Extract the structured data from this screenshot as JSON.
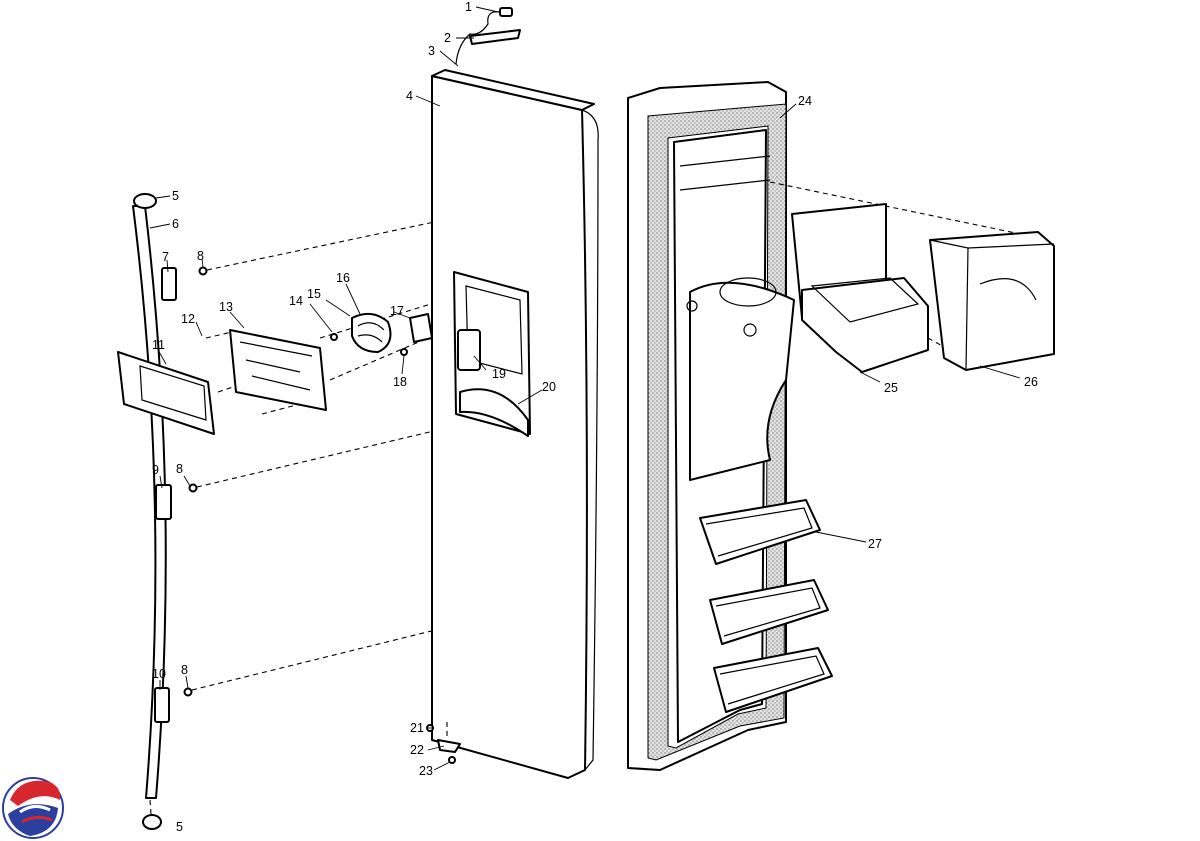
{
  "diagram": {
    "callouts": [
      {
        "id": "c1",
        "text": "1"
      },
      {
        "id": "c2",
        "text": "2"
      },
      {
        "id": "c3",
        "text": "3"
      },
      {
        "id": "c4",
        "text": "4"
      },
      {
        "id": "c5a",
        "text": "5"
      },
      {
        "id": "c5b",
        "text": "5"
      },
      {
        "id": "c6",
        "text": "6"
      },
      {
        "id": "c7",
        "text": "7"
      },
      {
        "id": "c8a",
        "text": "8"
      },
      {
        "id": "c8b",
        "text": "8"
      },
      {
        "id": "c8c",
        "text": "8"
      },
      {
        "id": "c9",
        "text": "9"
      },
      {
        "id": "c10",
        "text": "10"
      },
      {
        "id": "c11",
        "text": "11"
      },
      {
        "id": "c12",
        "text": "12"
      },
      {
        "id": "c13",
        "text": "13"
      },
      {
        "id": "c14",
        "text": "14"
      },
      {
        "id": "c15",
        "text": "15"
      },
      {
        "id": "c16",
        "text": "16"
      },
      {
        "id": "c17",
        "text": "17"
      },
      {
        "id": "c18",
        "text": "18"
      },
      {
        "id": "c19",
        "text": "19"
      },
      {
        "id": "c20",
        "text": "20"
      },
      {
        "id": "c21",
        "text": "21"
      },
      {
        "id": "c22",
        "text": "22"
      },
      {
        "id": "c23",
        "text": "23"
      },
      {
        "id": "c24",
        "text": "24"
      },
      {
        "id": "c25",
        "text": "25"
      },
      {
        "id": "c26",
        "text": "26"
      },
      {
        "id": "c27",
        "text": "27"
      }
    ]
  },
  "logo": {
    "icon": "brand-logo-icon",
    "colors": [
      "#d8262e",
      "#2a3f9e"
    ]
  }
}
